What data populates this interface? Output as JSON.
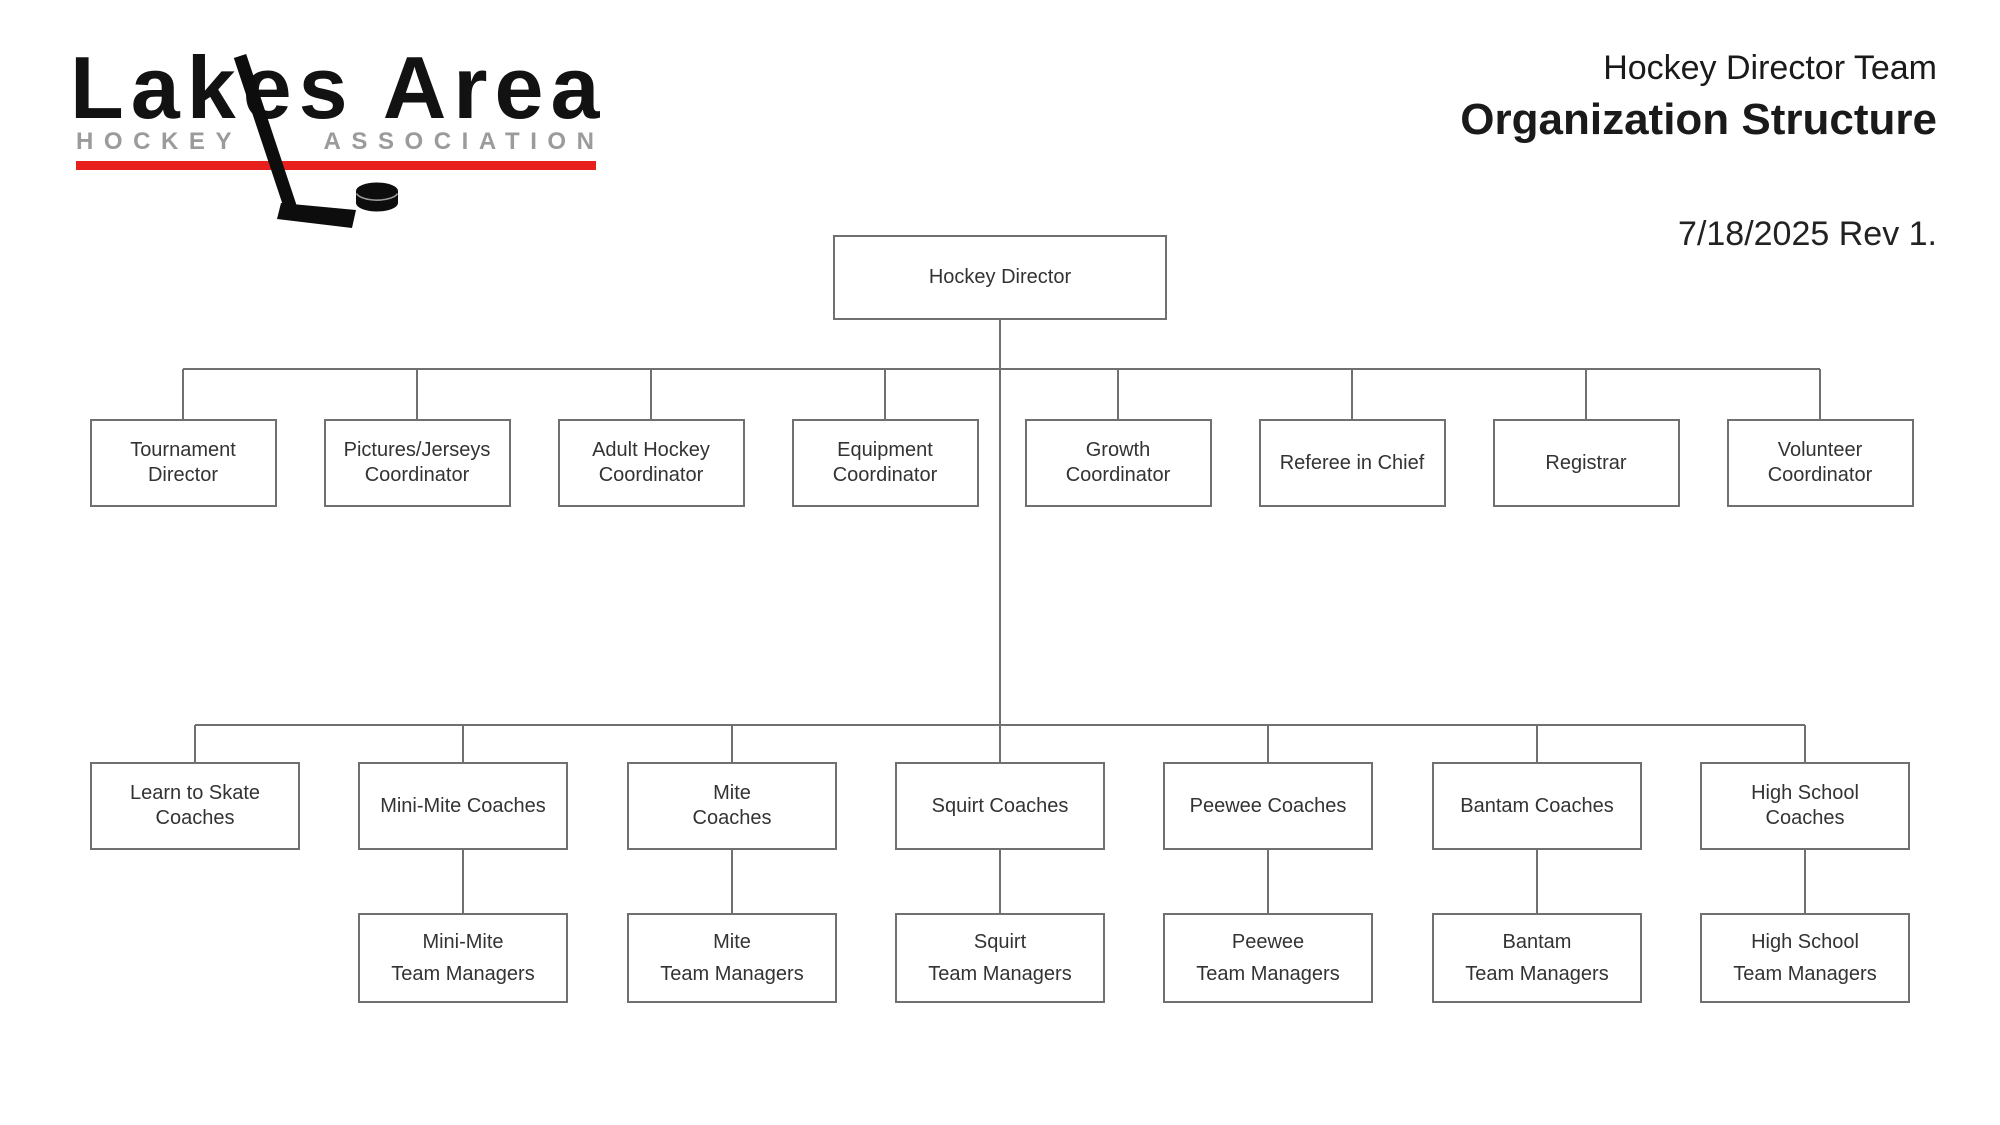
{
  "logo": {
    "title": "Lakes Area",
    "subtitle_left": "HOCKEY",
    "subtitle_right": "ASSOCIATION",
    "accent_red": "#e8201d",
    "subtitle_gray": "#9b9b9b"
  },
  "header": {
    "title_line1": "Hockey Director Team",
    "title_line2": "Organization Structure",
    "revision": "7/18/2025 Rev 1."
  },
  "org": {
    "line_color": "#707070",
    "root": "Hockey Director",
    "level2": [
      "Tournament\nDirector",
      "Pictures/Jerseys\nCoordinator",
      "Adult Hockey\nCoordinator",
      "Equipment\nCoordinator",
      "Growth\nCoordinator",
      "Referee in Chief",
      "Registrar",
      "Volunteer\nCoordinator"
    ],
    "level3": [
      "Learn to Skate\nCoaches",
      "Mini-Mite Coaches",
      "Mite\nCoaches",
      "Squirt Coaches",
      "Peewee Coaches",
      "Bantam Coaches",
      "High School\nCoaches"
    ],
    "level4": [
      "Mini-Mite\nTeam Managers",
      "Mite\nTeam Managers",
      "Squirt\nTeam Managers",
      "Peewee\nTeam Managers",
      "Bantam\nTeam Managers",
      "High School\nTeam Managers"
    ]
  }
}
